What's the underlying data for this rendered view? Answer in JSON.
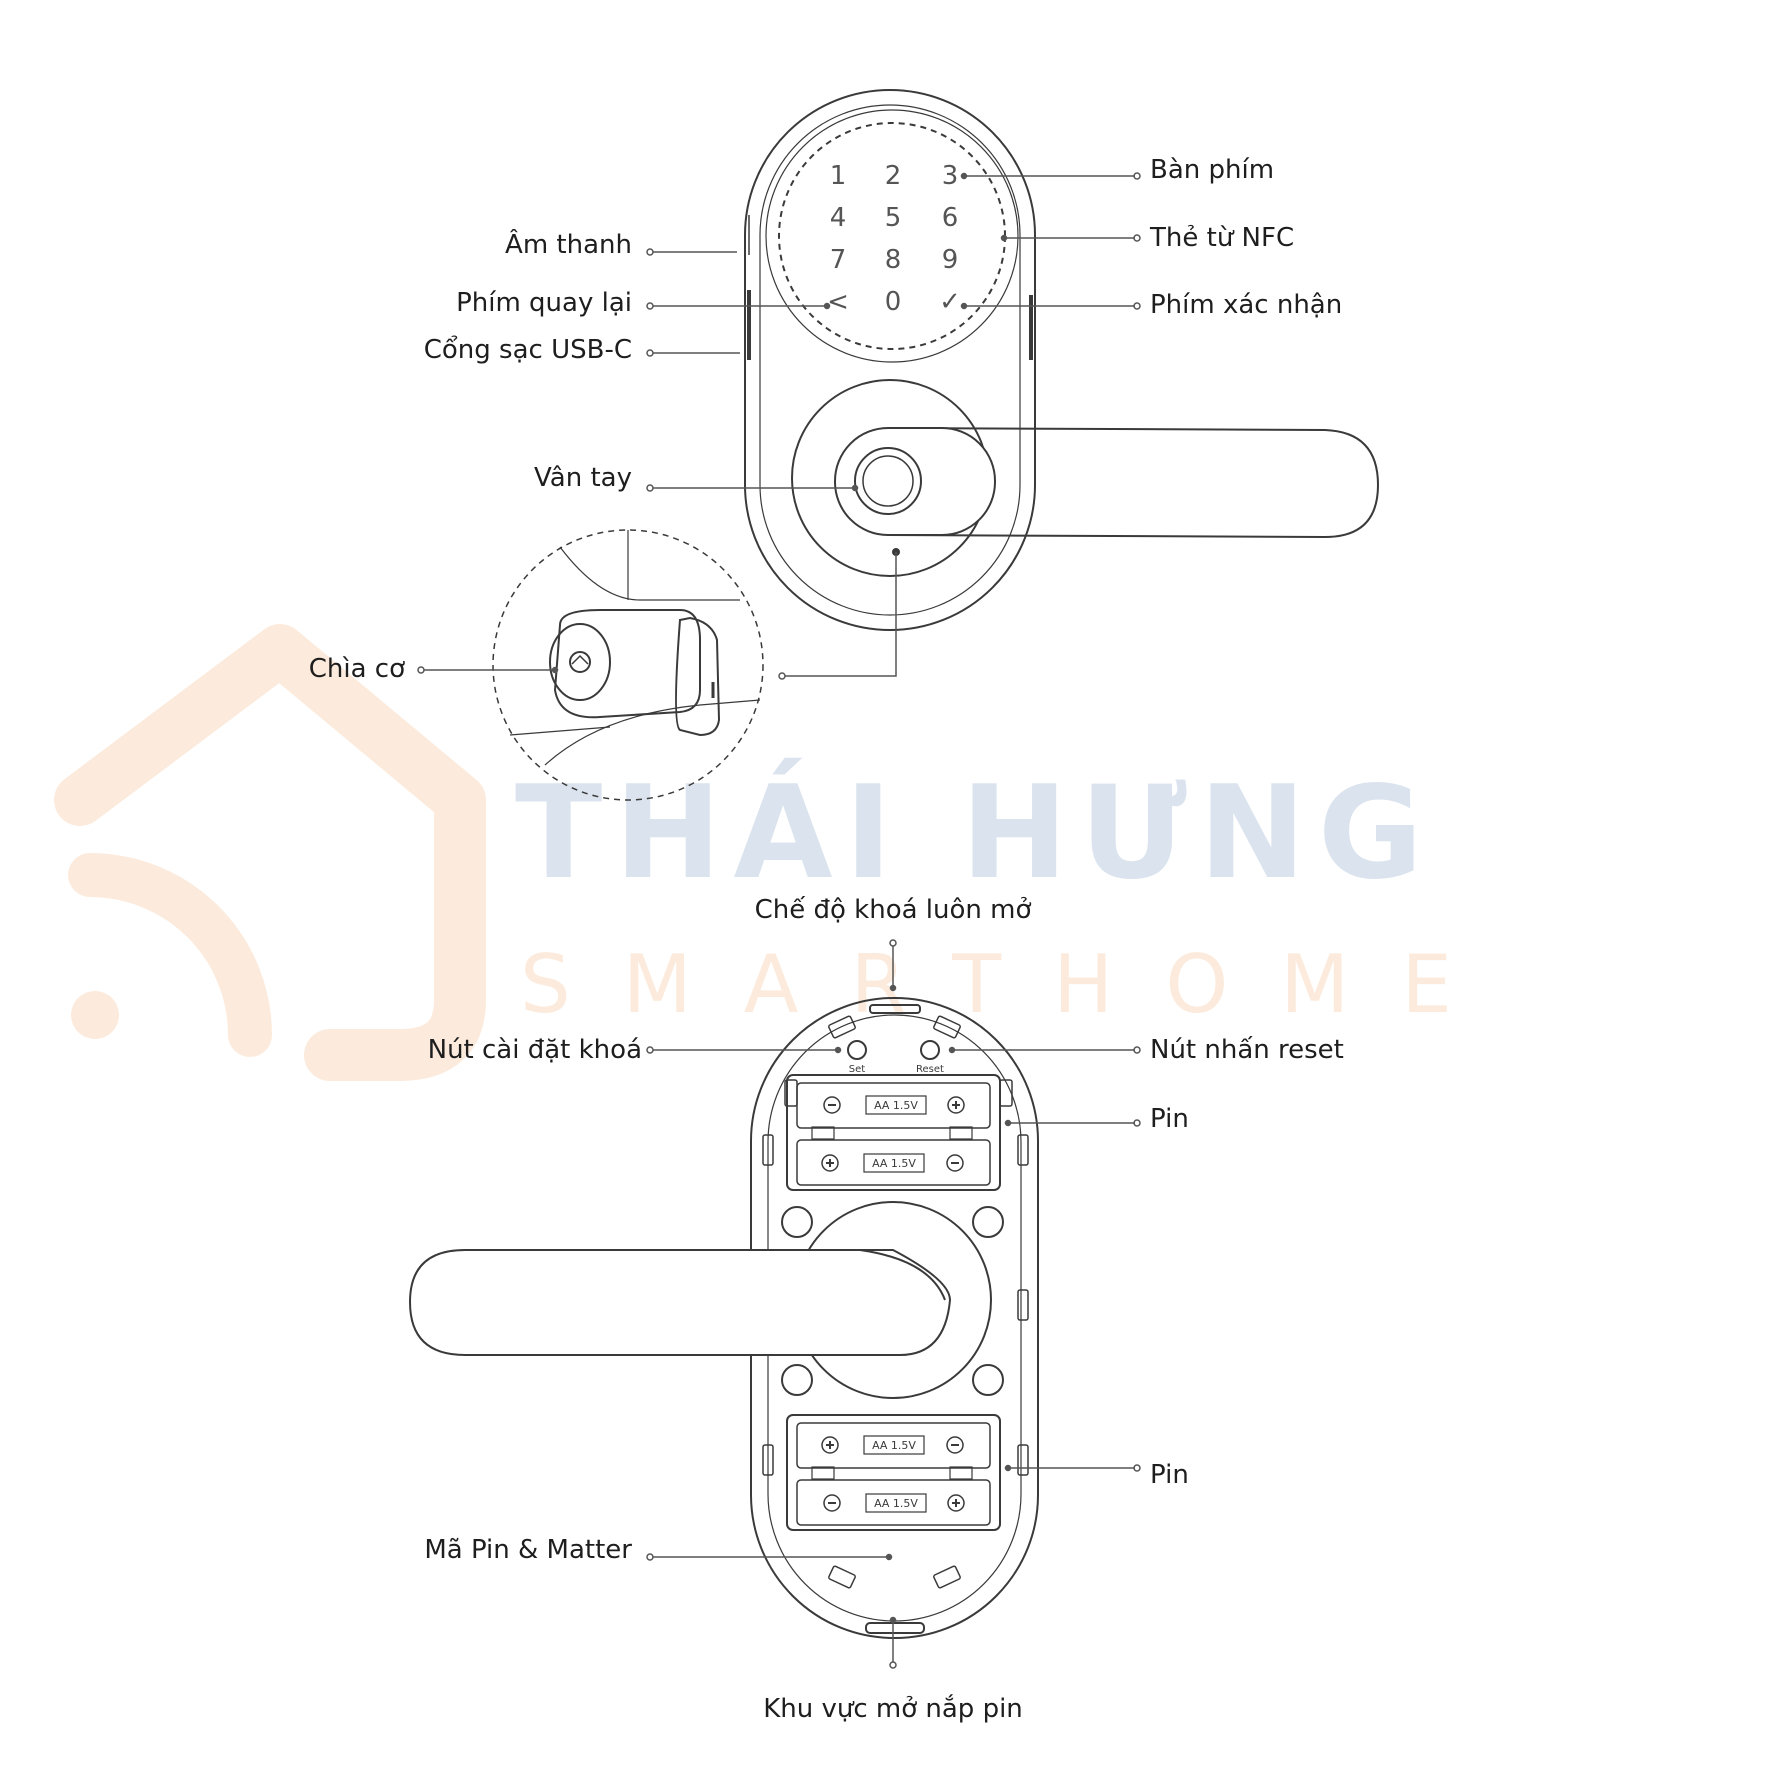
{
  "colors": {
    "line": "#3a3a3a",
    "light_line": "#555555",
    "text": "#1e1e1e",
    "watermark_blue": "#dbe4ee",
    "watermark_orange": "#fcebdc"
  },
  "watermark": {
    "title": "THÁI HƯNG",
    "subtitle": "SMARTHOME",
    "logo_icon": "house-wifi-icon"
  },
  "front_view": {
    "keypad": [
      "1",
      "2",
      "3",
      "4",
      "5",
      "6",
      "7",
      "8",
      "9",
      "<",
      "0",
      "✓"
    ],
    "labels": {
      "keypad": "Bàn phím",
      "nfc": "Thẻ từ NFC",
      "confirm_key": "Phím xác nhận",
      "sound": "Âm thanh",
      "back_key": "Phím quay lại",
      "usb_port": "Cổng sạc USB-C",
      "fingerprint": "Vân tay",
      "mechanical_key": "Chìa cơ"
    }
  },
  "back_view": {
    "set_button_text": "Set",
    "reset_button_text": "Reset",
    "battery_text": "AA 1.5V",
    "labels": {
      "passage_mode": "Chế độ khoá luôn mở",
      "lock_setup_button": "Nút cài đặt khoá",
      "reset_button": "Nút nhấn reset",
      "battery_top": "Pin",
      "battery_bottom": "Pin",
      "pin_matter_code": "Mã Pin & Matter",
      "battery_cover_area": "Khu vực mở nắp pin"
    }
  }
}
